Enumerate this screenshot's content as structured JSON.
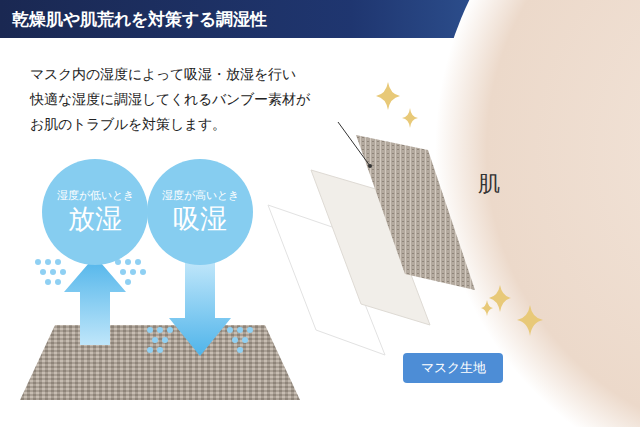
{
  "diagram": {
    "title": "乾燥肌や肌荒れを対策する調湿性",
    "nodes": [
      {
        "text": [
          "湿度が低いとき",
          "放湿"
        ]
      },
      {
        "text": [
          "湿度が高いとき",
          "吸湿"
        ]
      },
      {
        "text": [
          "マスク生地"
        ]
      }
    ],
    "labels": [
      "マスク内の湿度によって吸湿・放湿を行い 快適な湿度に調湿してくれるバンブー素材が お肌のトラブルを対策します。",
      "肌"
    ]
  }
}
